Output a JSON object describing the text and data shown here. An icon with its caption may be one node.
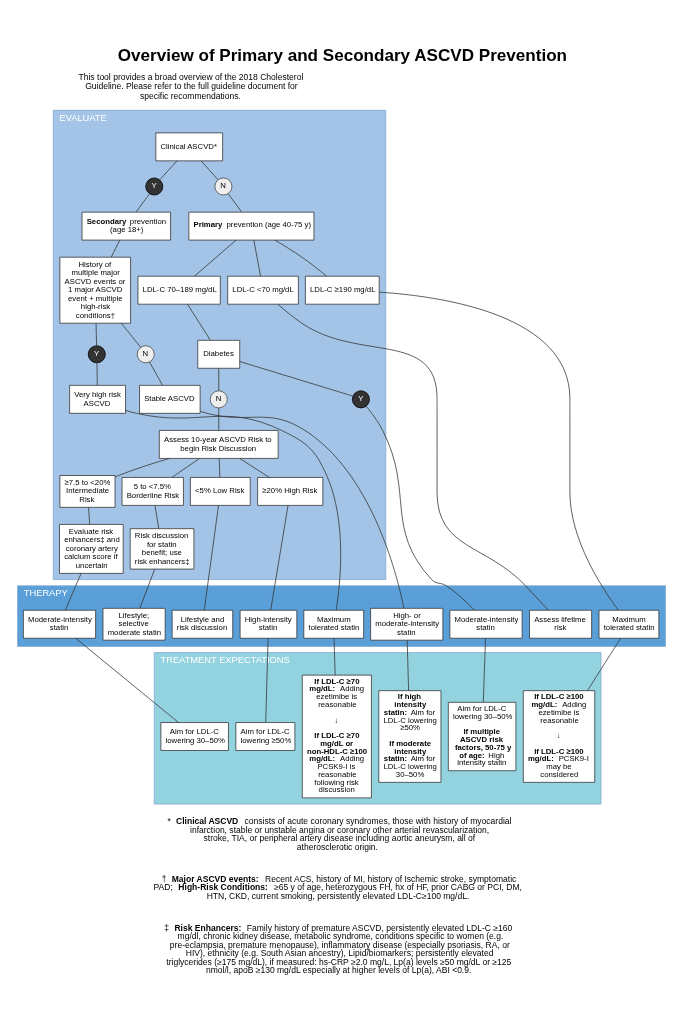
{
  "diagram": {
    "title": "Overview of Primary and Secondary ASCVD Prevention",
    "nodes": [
      {
        "text": [
          "EVALUATE"
        ]
      },
      {
        "text": [
          "Clinical ASCVD*"
        ],
        "in": 0
      },
      {
        "text": [
          "Y"
        ],
        "in": 0
      },
      {
        "text": [
          "N"
        ],
        "in": 0
      },
      {
        "text": [
          "**Secondary** prevention (age 18+)"
        ],
        "in": 0
      },
      {
        "text": [
          "**Primary** prevention (age 40-75 y)"
        ],
        "in": 0
      },
      {
        "text": [
          "History of multiple major ASCVD events or 1 major ASCVD event + multiple high-risk conditions†"
        ],
        "in": 0
      },
      {
        "text": [
          "LDL-C ≥190 mg/dL"
        ],
        "in": 0
      },
      {
        "text": [
          "LDL-C 70–189 mg/dL"
        ],
        "in": 0
      },
      {
        "text": [
          "LDL-C <70 mg/dL"
        ],
        "in": 0
      },
      {
        "text": [
          "Diabetes"
        ],
        "in": 0
      },
      {
        "text": [
          "Y"
        ],
        "in": 0
      },
      {
        "text": [
          "N"
        ],
        "in": 0
      },
      {
        "text": [
          "Y"
        ],
        "in": 0
      },
      {
        "text": [
          "N"
        ],
        "in": 0
      },
      {
        "text": [
          "Assess 10-year ASCVD Risk to begin Risk Discussion"
        ],
        "in": 0
      },
      {
        "text": [
          "Very high risk ASCVD"
        ],
        "in": 0
      },
      {
        "text": [
          "Stable ASCVD"
        ],
        "in": 0
      },
      {
        "text": [
          "≥20% High Risk"
        ],
        "in": 0
      },
      {
        "text": [
          "≥7.5 to <20% Intermediate Risk"
        ],
        "in": 0
      },
      {
        "text": [
          "5 to <7.5% Borderline Risk"
        ],
        "in": 0
      },
      {
        "text": [
          "<5% Low Risk"
        ],
        "in": 0
      },
      {
        "text": [
          "Evaluate risk enhancers‡ and coronary artery calcium score if uncertain"
        ],
        "in": 0
      },
      {
        "text": [
          "Risk discussion for statin benefit; use risk enhancers‡"
        ],
        "in": 0
      },
      {
        "text": [
          "THERAPY"
        ]
      },
      {
        "text": [
          "Maximum tolerated statin"
        ],
        "in": 24
      },
      {
        "text": [
          "High- or moderate-intensity statin"
        ],
        "in": 24
      },
      {
        "text": [
          "Maximum tolerated statin"
        ],
        "in": 24
      },
      {
        "text": [
          "Moderate-intensity statin"
        ],
        "in": 24
      },
      {
        "text": [
          "High-intensity statin"
        ],
        "in": 24
      },
      {
        "text": [
          "Moderate-intensity statin"
        ],
        "in": 24
      },
      {
        "text": [
          "Lifestyle; selective moderate statin"
        ],
        "in": 24
      },
      {
        "text": [
          "Lifestyle and risk discussion"
        ],
        "in": 24
      },
      {
        "text": [
          "Assess lifetime risk"
        ],
        "in": 24
      },
      {
        "text": [
          "TREATMENT EXPECTATIONS"
        ]
      },
      {
        "text": [
          "**If LDL-C ≥70 mg/dL:** Adding ezetimibe is reasonable",
          "↓",
          "**If LDL-C ≥70 mg/dL or non-HDL-C ≥100 mg/dL:** Adding PCSK9-I is reasonable following risk discussion"
        ],
        "in": 34
      },
      {
        "text": [
          "**If high intensity statin:** Aim for LDL-C lowering ≥50%",
          "**If moderate intensity statin:** Aim for LDL-C lowering 30–50%"
        ],
        "in": 34
      },
      {
        "text": [
          "**If LDL-C ≥100 mg/dL:** Adding ezetimibe is reasonable",
          "↓",
          "**If LDL-C ≥100 mg/dL:** PCSK9-I may be considered"
        ],
        "in": 34
      },
      {
        "text": [
          "Aim for LDL-C lowering 30–50%",
          "**If multiple ASCVD risk factors, 50-75 y of age:** High intensity statin"
        ],
        "in": 34
      },
      {
        "text": [
          "Aim for LDL-C lowering ≥50%"
        ],
        "in": 34
      },
      {
        "text": [
          "Aim for LDL-C lowering 30–50%"
        ],
        "in": 34
      }
    ],
    "edges": [
      {
        "from": 1,
        "to": 2,
        "arrow": "none"
      },
      {
        "from": 1,
        "to": 3,
        "arrow": "none"
      },
      {
        "from": 2,
        "to": 4,
        "arrow": "none"
      },
      {
        "from": 3,
        "to": 5,
        "arrow": "none"
      },
      {
        "from": 4,
        "to": 6,
        "arrow": "none"
      },
      {
        "from": 5,
        "to": 7,
        "arrow": "none"
      },
      {
        "from": 5,
        "to": 8,
        "arrow": "none"
      },
      {
        "from": 5,
        "to": 9,
        "arrow": "none"
      },
      {
        "from": 8,
        "to": 10,
        "arrow": "none"
      },
      {
        "from": 6,
        "to": 11,
        "arrow": "none"
      },
      {
        "from": 6,
        "to": 12,
        "arrow": "none"
      },
      {
        "from": 10,
        "to": 13,
        "arrow": "none"
      },
      {
        "from": 10,
        "to": 14,
        "arrow": "none"
      },
      {
        "from": 14,
        "to": 15,
        "arrow": "none"
      },
      {
        "from": 11,
        "to": 16,
        "arrow": "none"
      },
      {
        "from": 12,
        "to": 17,
        "arrow": "none"
      },
      {
        "from": 15,
        "to": 18,
        "arrow": "none"
      },
      {
        "from": 15,
        "to": 19,
        "arrow": "none"
      },
      {
        "from": 15,
        "to": 20,
        "arrow": "none"
      },
      {
        "from": 15,
        "to": 21,
        "arrow": "none"
      },
      {
        "from": 19,
        "to": 22,
        "arrow": "none"
      },
      {
        "from": 20,
        "to": 23,
        "arrow": "none"
      },
      {
        "from": 16,
        "to": 25,
        "arrow": "none"
      },
      {
        "from": 17,
        "to": 26,
        "arrow": "none"
      },
      {
        "from": 7,
        "to": 27,
        "arrow": "none"
      },
      {
        "from": 13,
        "to": 28,
        "arrow": "none"
      },
      {
        "from": 18,
        "to": 29,
        "arrow": "none"
      },
      {
        "from": 22,
        "to": 30,
        "arrow": "none"
      },
      {
        "from": 23,
        "to": 31,
        "arrow": "none"
      },
      {
        "from": 21,
        "to": 32,
        "arrow": "none"
      },
      {
        "from": 9,
        "to": 33,
        "arrow": "none"
      },
      {
        "from": 25,
        "to": 35,
        "arrow": "none"
      },
      {
        "from": 26,
        "to": 36,
        "arrow": "none"
      },
      {
        "from": 27,
        "to": 37,
        "arrow": "none"
      },
      {
        "from": 28,
        "to": 38,
        "arrow": "none"
      },
      {
        "from": 29,
        "to": 39,
        "arrow": "none"
      },
      {
        "from": 30,
        "to": 40,
        "arrow": "none"
      }
    ],
    "labels": [
      "This tool provides a broad overview of the 2018 Cholesterol Guideline. Please refer to the full guideline document for specific recommendations.",
      "* **Clinical ASCVD** consists of acute coronary syndromes, those with history of myocardial infarction, stable or unstable angina or coronary other arterial revascularization, stroke, TIA, or peripheral artery disease including aortic aneurysm, all of atherosclerotic origin.",
      "† **Major ASCVD events:** Recent ACS, history of MI, history of Ischemic stroke, symptomatic PAD; **High-Risk Conditions:** ≥65 y of age, heterozygous FH, hx of HF, prior CABG or PCI, DM, HTN, CKD, current smoking, persistently elevated LDL-C≥100 mg/dL.",
      "‡ **Risk Enhancers:** Family history of premature ASCVD, persistently elevated LDL-C ≥160 mg/dl, chronic kidney disease, metabolic syndrome, conditions specific to women (e.g. pre-eclampsia, premature menopause), inflammatory disease (especially psoriasis, RA, or HIV), ethnicity (e.g. South Asian ancestry), Lipid/biomarkers; persistently elevated triglycerides (≥175 mg/dL), if measured: hs-CRP ≥2.0 mg/L, Lp(a) levels ≥50 mg/dL or ≥125 nmol/l, apoB ≥130 mg/dL especially at higher levels of Lp(a), ABI <0.9."
    ]
  }
}
